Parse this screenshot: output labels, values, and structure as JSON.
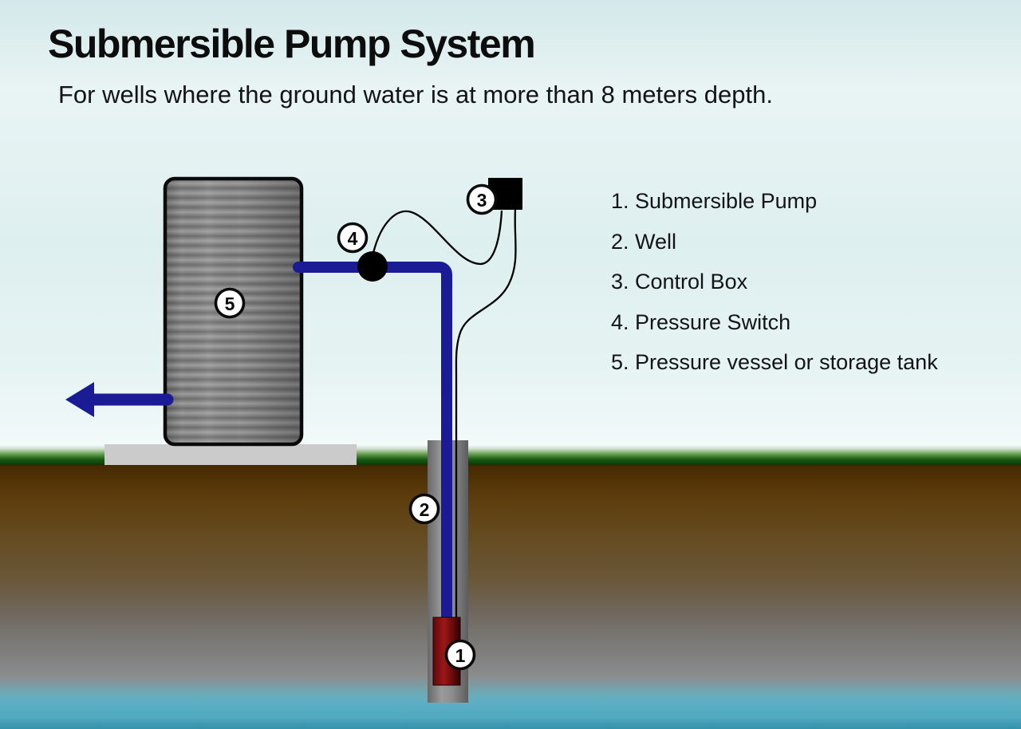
{
  "title": "Submersible Pump System",
  "subtitle": "For wells where the ground water is at more than 8 meters depth.",
  "legend": {
    "items": [
      {
        "text": "1. Submersible Pump"
      },
      {
        "text": "2. Well"
      },
      {
        "text": "3. Control Box"
      },
      {
        "text": "4. Pressure Switch"
      },
      {
        "text": "5. Pressure vessel or storage tank"
      }
    ]
  },
  "diagram": {
    "markers": [
      {
        "number": "1"
      },
      {
        "number": "2"
      },
      {
        "number": "3"
      },
      {
        "number": "4"
      },
      {
        "number": "5"
      }
    ],
    "colors": {
      "pipe_navy": "#1b1b96",
      "pump_red": "#8c1111",
      "tank_gray": "#8e8e8e",
      "platform_gray": "#cbcbcb",
      "grass_green": "#1c5c14",
      "soil_brown": "#5a3a0a",
      "water_teal": "#4fa9c0",
      "sky_cyan": "#dfeff0",
      "wire_black": "#000000"
    }
  }
}
